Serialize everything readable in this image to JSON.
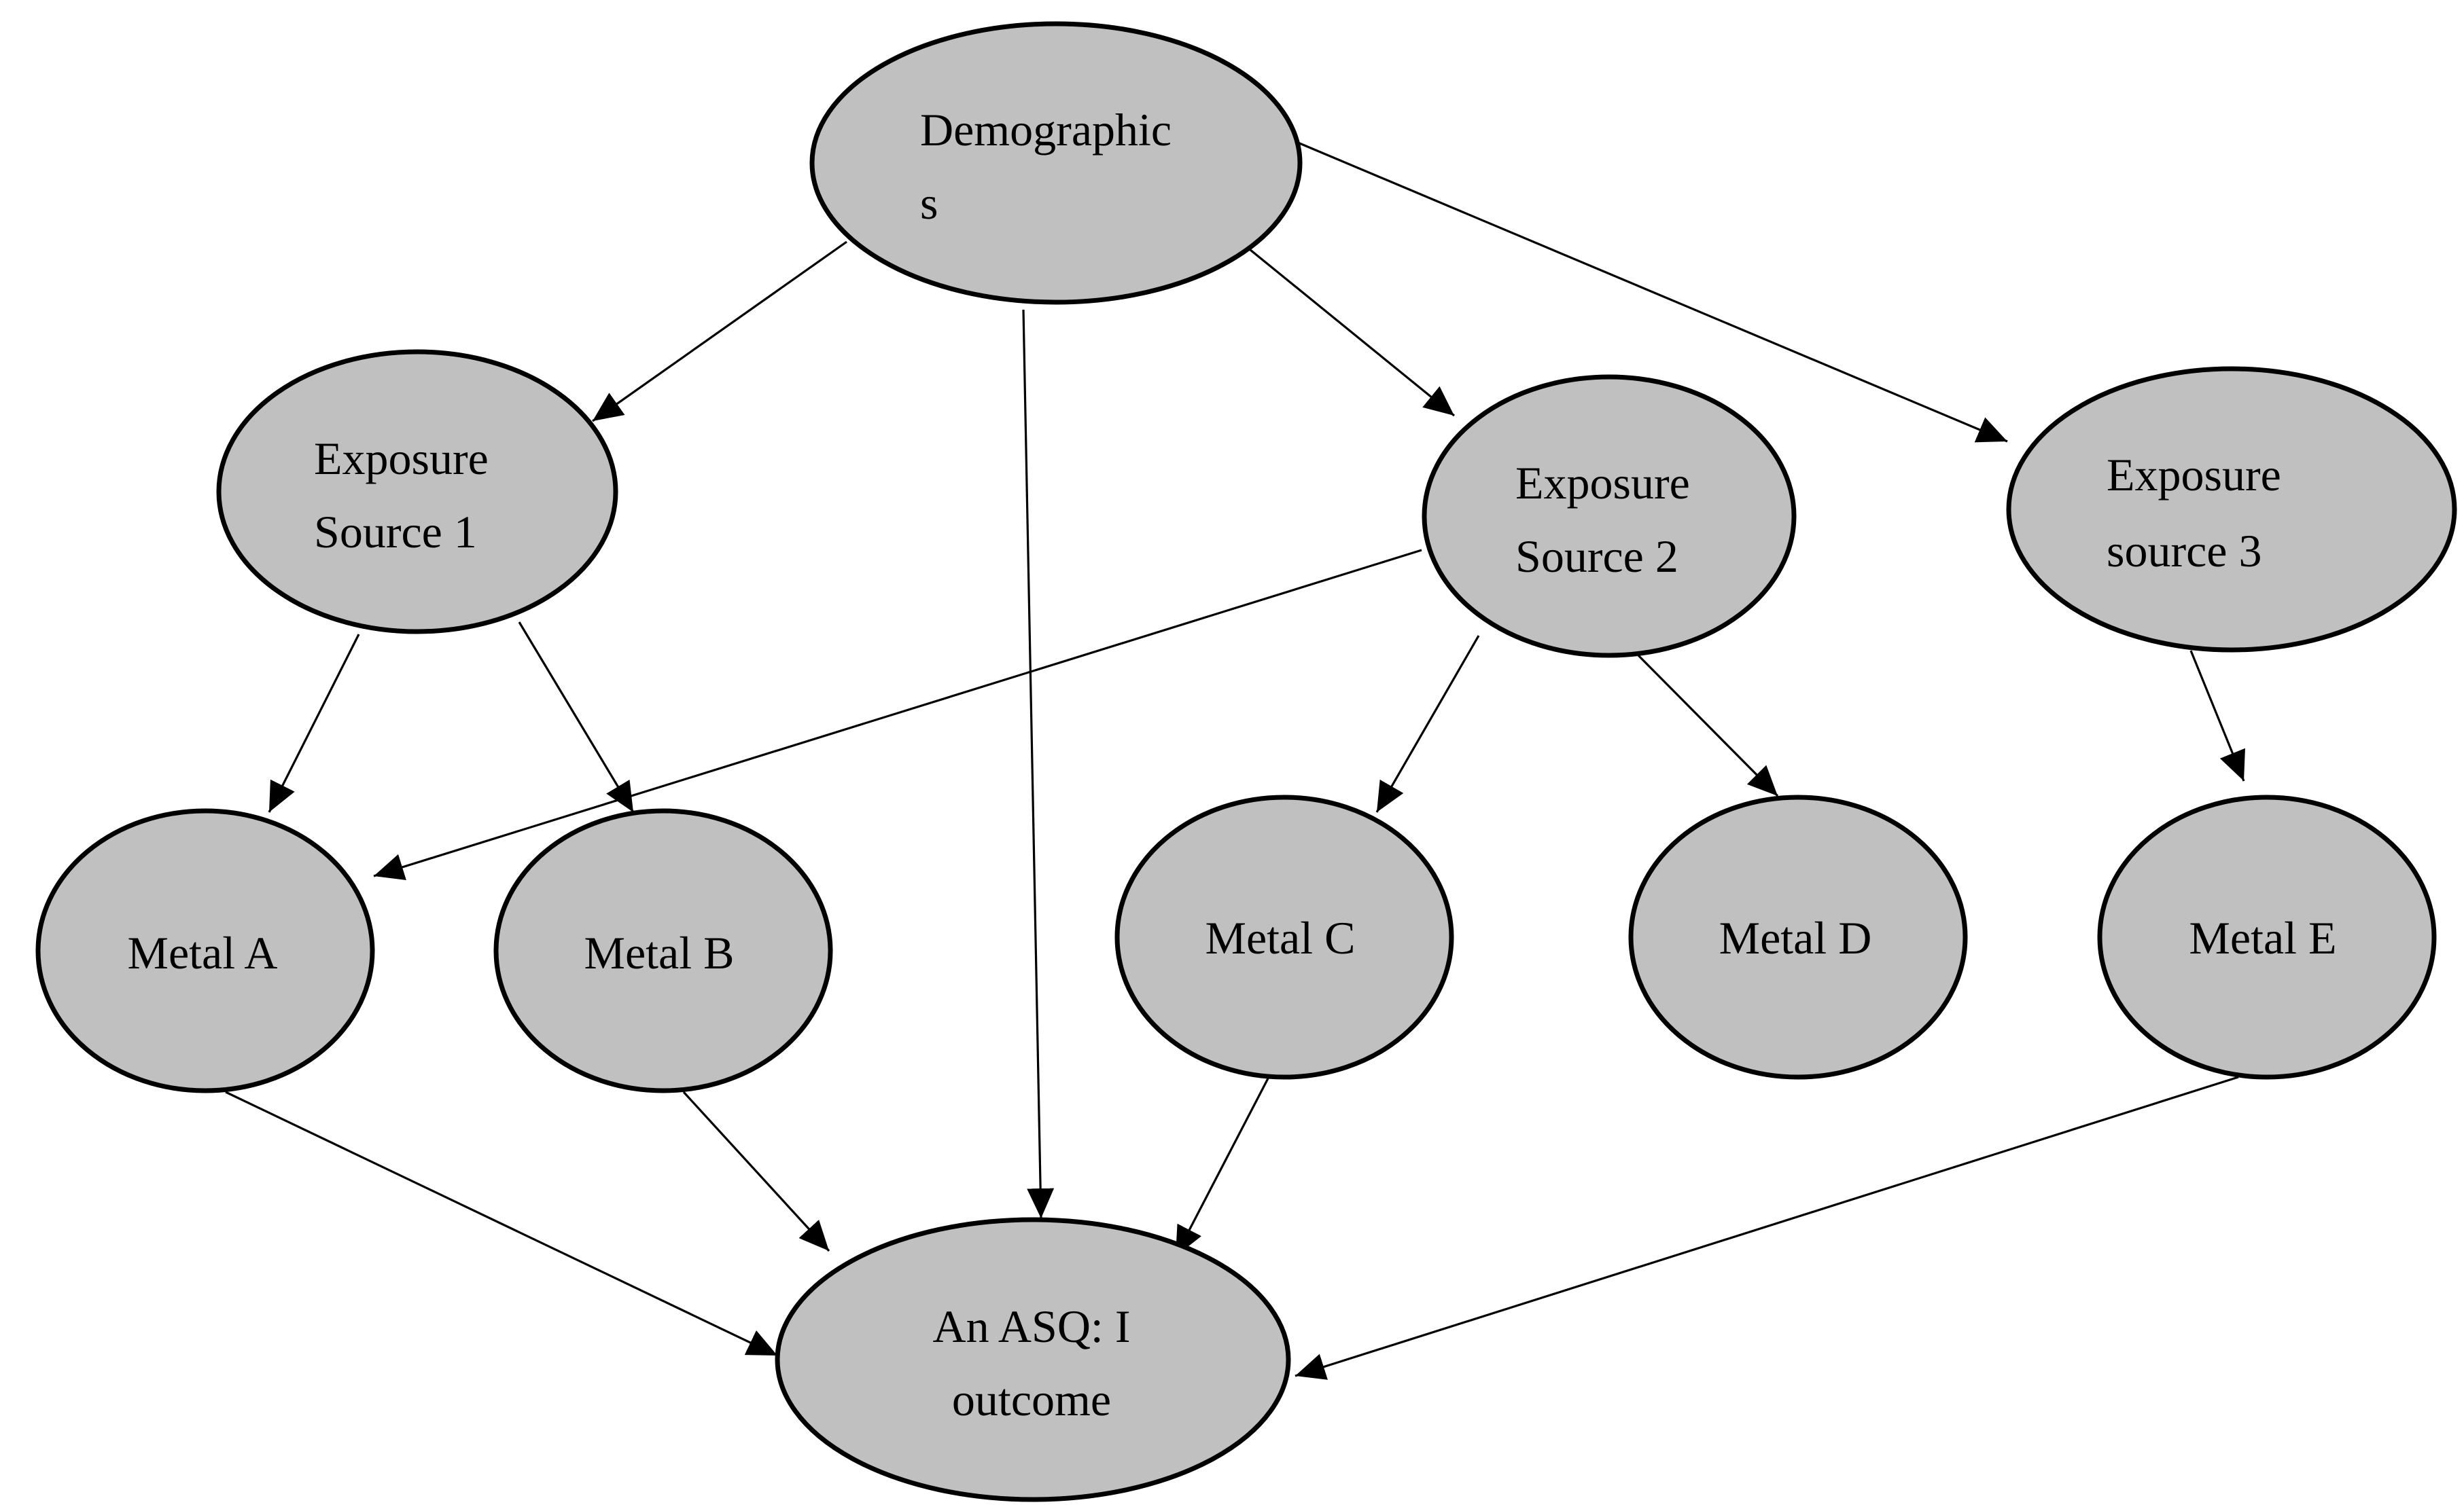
{
  "diagram": {
    "node_fill": "#c0c0c0",
    "node_stroke": "#000000",
    "edge_color": "#000000",
    "nodes": [
      {
        "id": "demographics",
        "lines": [
          "Demographic",
          "s"
        ]
      },
      {
        "id": "exposure-source-1",
        "lines": [
          "Exposure",
          "Source 1"
        ]
      },
      {
        "id": "exposure-source-2",
        "lines": [
          "Exposure",
          "Source 2"
        ]
      },
      {
        "id": "exposure-source-3",
        "lines": [
          "Exposure",
          "source 3"
        ]
      },
      {
        "id": "metal-a",
        "lines": [
          "Metal A"
        ]
      },
      {
        "id": "metal-b",
        "lines": [
          "Metal B"
        ]
      },
      {
        "id": "metal-c",
        "lines": [
          "Metal C"
        ]
      },
      {
        "id": "metal-d",
        "lines": [
          "Metal D"
        ]
      },
      {
        "id": "metal-e",
        "lines": [
          "Metal E"
        ]
      },
      {
        "id": "outcome",
        "lines": [
          "An ASQ: I",
          "outcome"
        ]
      }
    ],
    "edges": [
      {
        "from": "demographics",
        "to": "exposure-source-1"
      },
      {
        "from": "demographics",
        "to": "outcome"
      },
      {
        "from": "demographics",
        "to": "exposure-source-2"
      },
      {
        "from": "demographics",
        "to": "exposure-source-3"
      },
      {
        "from": "exposure-source-1",
        "to": "metal-a"
      },
      {
        "from": "exposure-source-1",
        "to": "metal-b"
      },
      {
        "from": "exposure-source-2",
        "to": "metal-a"
      },
      {
        "from": "exposure-source-2",
        "to": "metal-c"
      },
      {
        "from": "exposure-source-2",
        "to": "metal-d"
      },
      {
        "from": "exposure-source-3",
        "to": "metal-e"
      },
      {
        "from": "metal-a",
        "to": "outcome"
      },
      {
        "from": "metal-b",
        "to": "outcome"
      },
      {
        "from": "metal-c",
        "to": "outcome"
      },
      {
        "from": "metal-e",
        "to": "outcome"
      }
    ]
  }
}
